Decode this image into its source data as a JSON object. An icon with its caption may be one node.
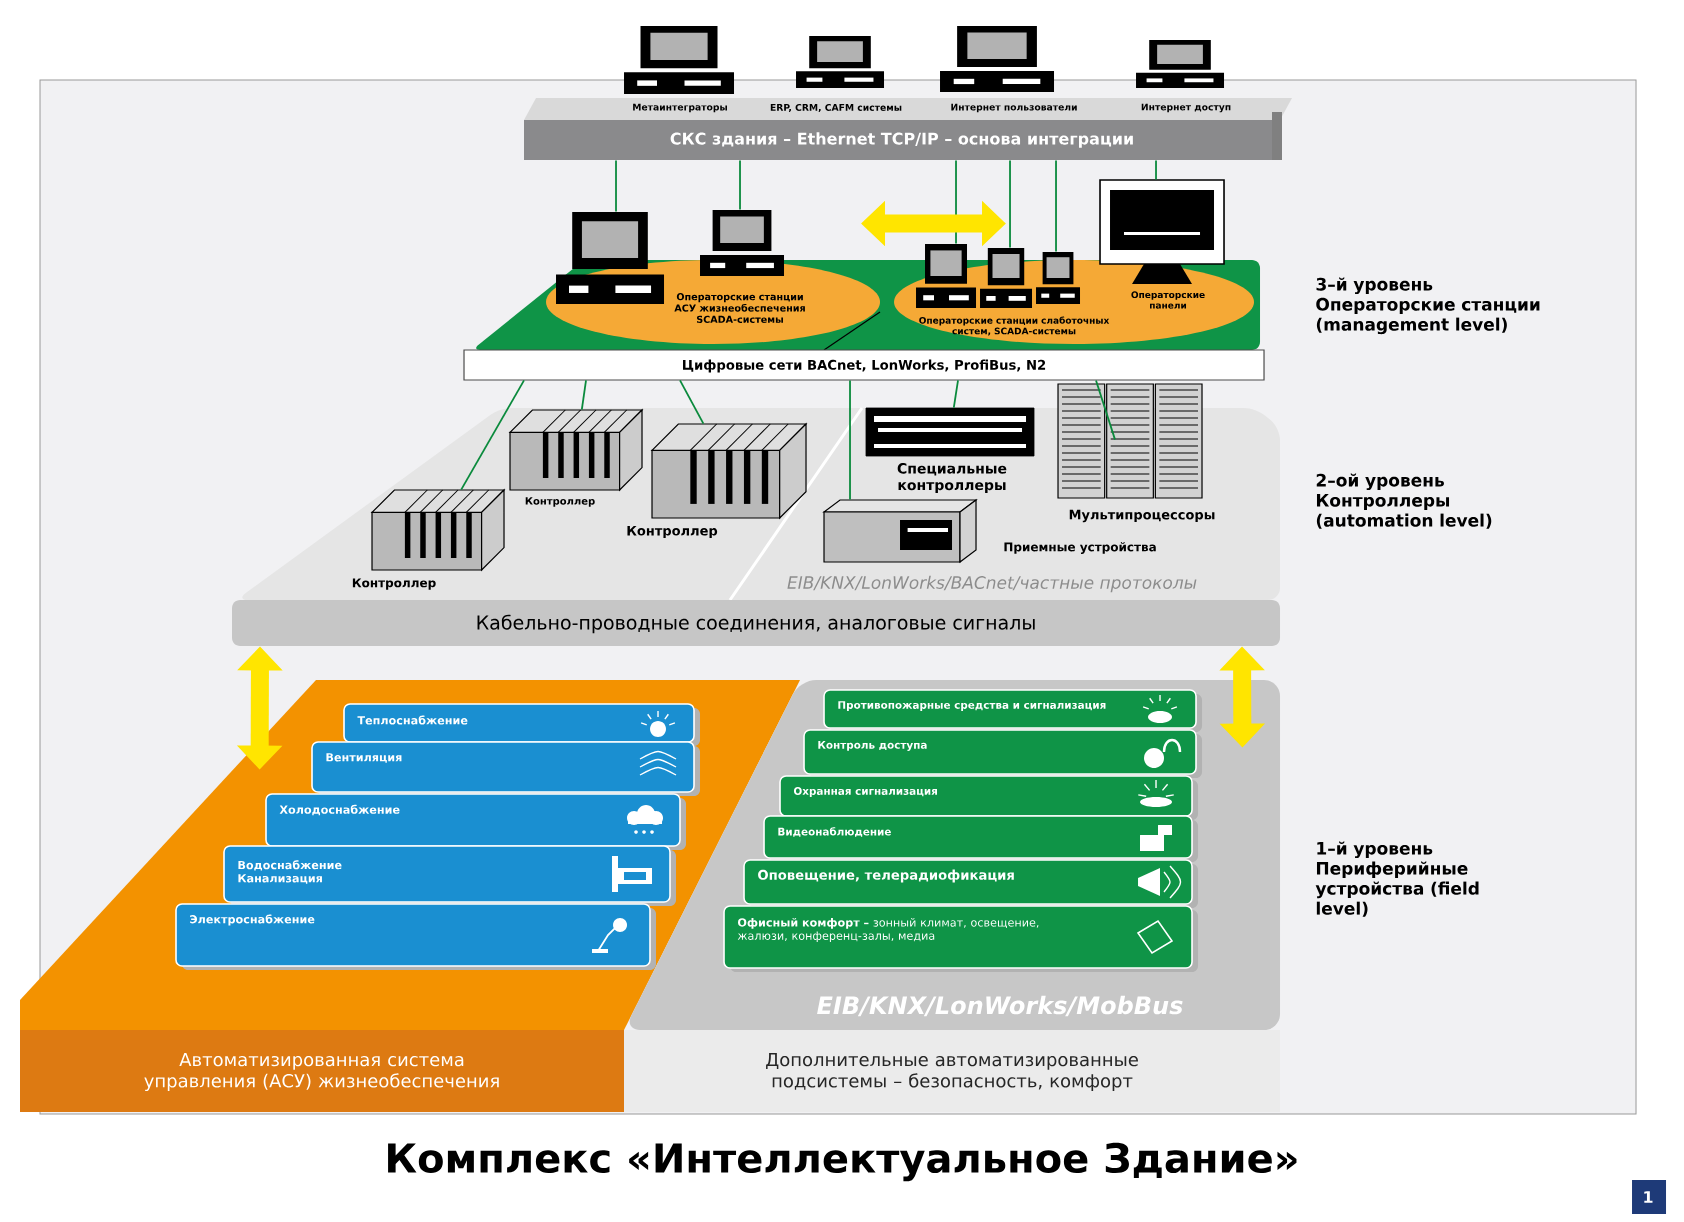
{
  "diagram": {
    "title": "Комплекс «Интеллектуальное Здание»",
    "nodes": [
      {
        "text": [
          "СКС здания – Ethernet TCP/IP – основа интеграции"
        ]
      },
      {
        "text": [
          "Метаинтеграторы"
        ]
      },
      {
        "text": [
          "ERP, CRM, CAFM системы"
        ]
      },
      {
        "text": [
          "Интернет пользователи"
        ]
      },
      {
        "text": [
          "Интернет доступ"
        ]
      },
      {
        "text": [
          "Цифровые сети BACnet, LonWorks, ProfiBus, N2"
        ]
      },
      {
        "text": [
          "Операторские станции АСУ жизнеобеспечения SCADA-системы"
        ],
        "in": 5
      },
      {
        "text": [
          "Операторские станции слаботочных систем, SCADA-системы",
          "Операторские панели"
        ],
        "in": 5
      },
      {
        "text": [
          "EIB/KNX/LonWorks/BACnet/частные протоколы",
          "Кабельно-проводные соединения, аналоговые сигналы"
        ]
      },
      {
        "text": [
          "Контроллер"
        ],
        "in": 8
      },
      {
        "text": [
          "Контроллер"
        ],
        "in": 8
      },
      {
        "text": [
          "Контроллер"
        ],
        "in": 8
      },
      {
        "text": [
          "Специальные контроллеры"
        ],
        "in": 8
      },
      {
        "text": [
          "Приемные устройства"
        ],
        "in": 8
      },
      {
        "text": [
          "Мультипроцессоры"
        ],
        "in": 8
      },
      {
        "text": [
          "Автоматизированная система управления (АСУ) жизнеобеспечения"
        ]
      },
      {
        "text": [
          "Теплоснабжение"
        ],
        "in": 15
      },
      {
        "text": [
          "Вентиляция"
        ],
        "in": 15
      },
      {
        "text": [
          "Холодоснабжение"
        ],
        "in": 15
      },
      {
        "text": [
          "Водоснабжение Канализация"
        ],
        "in": 15
      },
      {
        "text": [
          "Электроснабжение"
        ],
        "in": 15
      },
      {
        "text": [
          "EIB/KNX/LonWorks/MobBus",
          "Дополнительные автоматизированные подсистемы – безопасность, комфорт"
        ]
      },
      {
        "text": [
          "Противопожарные средства и сигнализация"
        ],
        "in": 21
      },
      {
        "text": [
          "Контроль доступа"
        ],
        "in": 21
      },
      {
        "text": [
          "Охранная сигнализация"
        ],
        "in": 21
      },
      {
        "text": [
          "Видеонаблюдение"
        ],
        "in": 21
      },
      {
        "text": [
          "Оповещение, телерадиофикация"
        ],
        "in": 21
      },
      {
        "text": [
          "**Офисный комфорт –** зонный климат, освещение, жалюзи, конференц-залы, медиа"
        ],
        "in": 21
      }
    ],
    "edges": [
      {
        "from": 0,
        "to": 6,
        "arrow": "none"
      },
      {
        "from": 0,
        "to": 6,
        "arrow": "none"
      },
      {
        "from": 0,
        "to": 7,
        "arrow": "none"
      },
      {
        "from": 0,
        "to": 7,
        "arrow": "none"
      },
      {
        "from": 0,
        "to": 7,
        "arrow": "none"
      },
      {
        "from": 0,
        "to": 7,
        "arrow": "none"
      },
      {
        "from": 6,
        "to": 7,
        "arrow": "both",
        "style": "thick",
        "color": "#ffe500"
      },
      {
        "from": 5,
        "to": 9,
        "arrow": "none"
      },
      {
        "from": 5,
        "to": 10,
        "arrow": "none"
      },
      {
        "from": 5,
        "to": 11,
        "arrow": "none"
      },
      {
        "from": 5,
        "to": 12,
        "arrow": "none"
      },
      {
        "from": 5,
        "to": 13,
        "arrow": "none"
      },
      {
        "from": 5,
        "to": 14,
        "arrow": "none"
      },
      {
        "from": 8,
        "to": 15,
        "arrow": "both",
        "style": "thick",
        "color": "#ffe500"
      },
      {
        "from": 8,
        "to": 21,
        "arrow": "both",
        "style": "thick",
        "color": "#ffe500"
      }
    ],
    "labels": [
      "3–й уровень Операторские станции (management level)",
      "2–ой уровень Контроллеры (automation level)",
      "1–й уровень Периферийные устройства (field level)",
      "1"
    ]
  }
}
